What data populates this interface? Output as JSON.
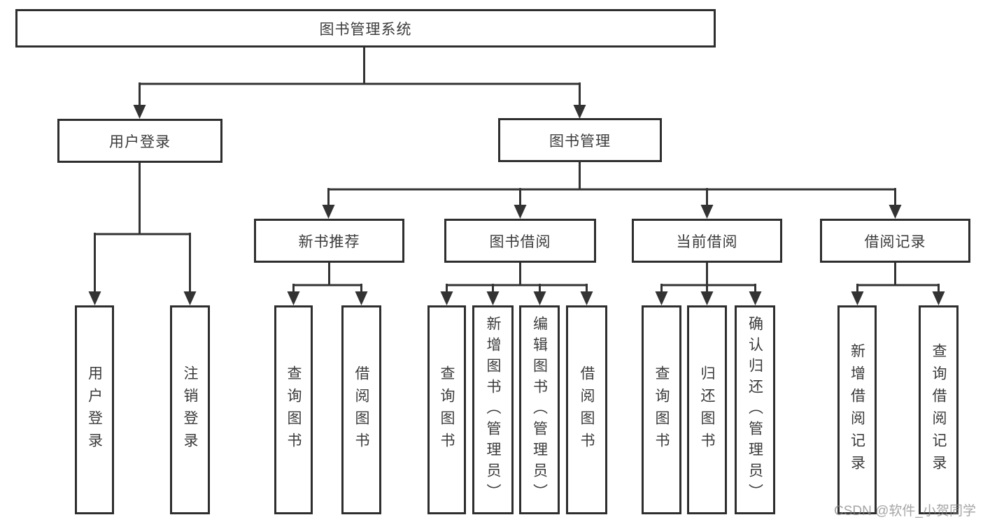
{
  "diagram": {
    "title_node": {
      "label": "图书管理系统"
    },
    "level2": [
      {
        "label": "用户登录"
      },
      {
        "label": "图书管理"
      }
    ],
    "level3": [
      {
        "label": "新书推荐"
      },
      {
        "label": "图书借阅"
      },
      {
        "label": "当前借阅"
      },
      {
        "label": "借阅记录"
      }
    ],
    "leaves": [
      {
        "label": "用户登录",
        "parent": "用户登录"
      },
      {
        "label": "注销登录",
        "parent": "用户登录"
      },
      {
        "label": "查询图书",
        "parent": "新书推荐"
      },
      {
        "label": "借阅图书",
        "parent": "新书推荐"
      },
      {
        "label": "查询图书",
        "parent": "图书借阅"
      },
      {
        "label": "新增图书（管理员）",
        "parent": "图书借阅"
      },
      {
        "label": "编辑图书（管理员）",
        "parent": "图书借阅"
      },
      {
        "label": "借阅图书",
        "parent": "图书借阅"
      },
      {
        "label": "查询图书",
        "parent": "当前借阅"
      },
      {
        "label": "归还图书",
        "parent": "当前借阅"
      },
      {
        "label": "确认归还（管理员）",
        "parent": "当前借阅"
      },
      {
        "label": "新增借阅记录",
        "parent": "借阅记录"
      },
      {
        "label": "查询借阅记录",
        "parent": "借阅记录"
      }
    ],
    "watermark": {
      "text": "CSDN @软件_小贺同学"
    },
    "colors": {
      "line": "#333333",
      "border": "#2e2e2e",
      "text": "#3b3b3b",
      "watermark": "#878787",
      "background": "#ffffff"
    }
  }
}
